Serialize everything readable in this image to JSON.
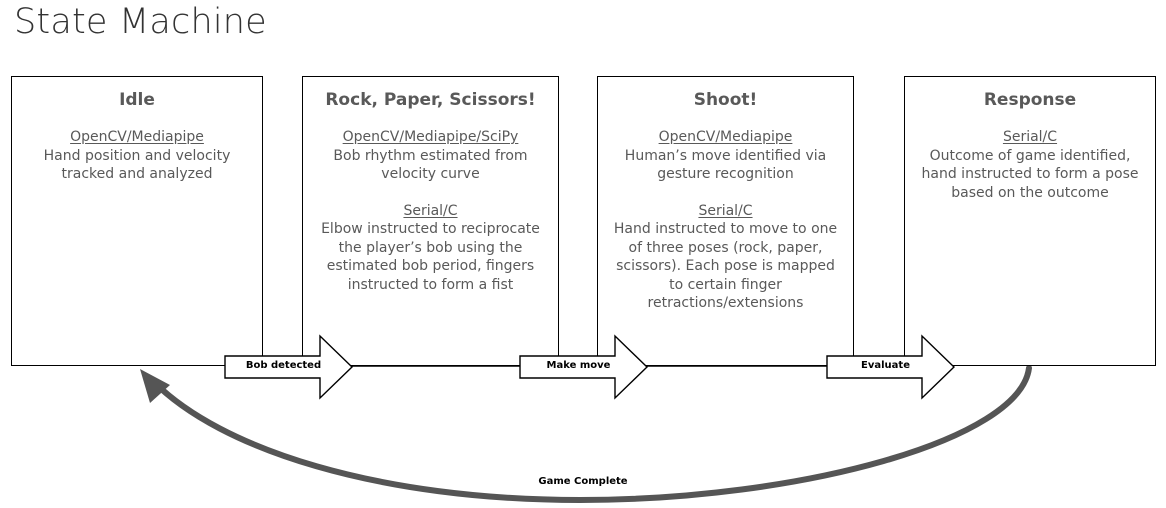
{
  "title": "State Machine",
  "states": [
    {
      "name": "Idle",
      "sections": [
        {
          "tech": "OpenCV/Mediapipe",
          "desc": "Hand position and velocity tracked and analyzed"
        }
      ]
    },
    {
      "name": "Rock, Paper, Scissors!",
      "sections": [
        {
          "tech": "OpenCV/Mediapipe/SciPy",
          "desc": "Bob rhythm estimated from velocity curve"
        },
        {
          "tech": "Serial/C",
          "desc": "Elbow instructed to reciprocate the player’s bob using the estimated bob period, fingers instructed to form a fist"
        }
      ]
    },
    {
      "name": "Shoot!",
      "sections": [
        {
          "tech": "OpenCV/Mediapipe",
          "desc": "Human’s move identified via gesture recognition"
        },
        {
          "tech": "Serial/C",
          "desc": "Hand instructed to move to one of three poses (rock, paper, scissors). Each pose is mapped to certain finger retractions/extensions"
        }
      ]
    },
    {
      "name": "Response",
      "sections": [
        {
          "tech": "Serial/C",
          "desc": "Outcome of game identified, hand instructed to form a pose based on the outcome"
        }
      ]
    }
  ],
  "transitions": [
    {
      "label": "Bob detected"
    },
    {
      "label": "Make move"
    },
    {
      "label": "Evaluate"
    }
  ],
  "loop": {
    "label": "Game Complete"
  },
  "colors": {
    "box_border": "#000000",
    "text": "#595959",
    "loop_arrow": "#555555"
  }
}
